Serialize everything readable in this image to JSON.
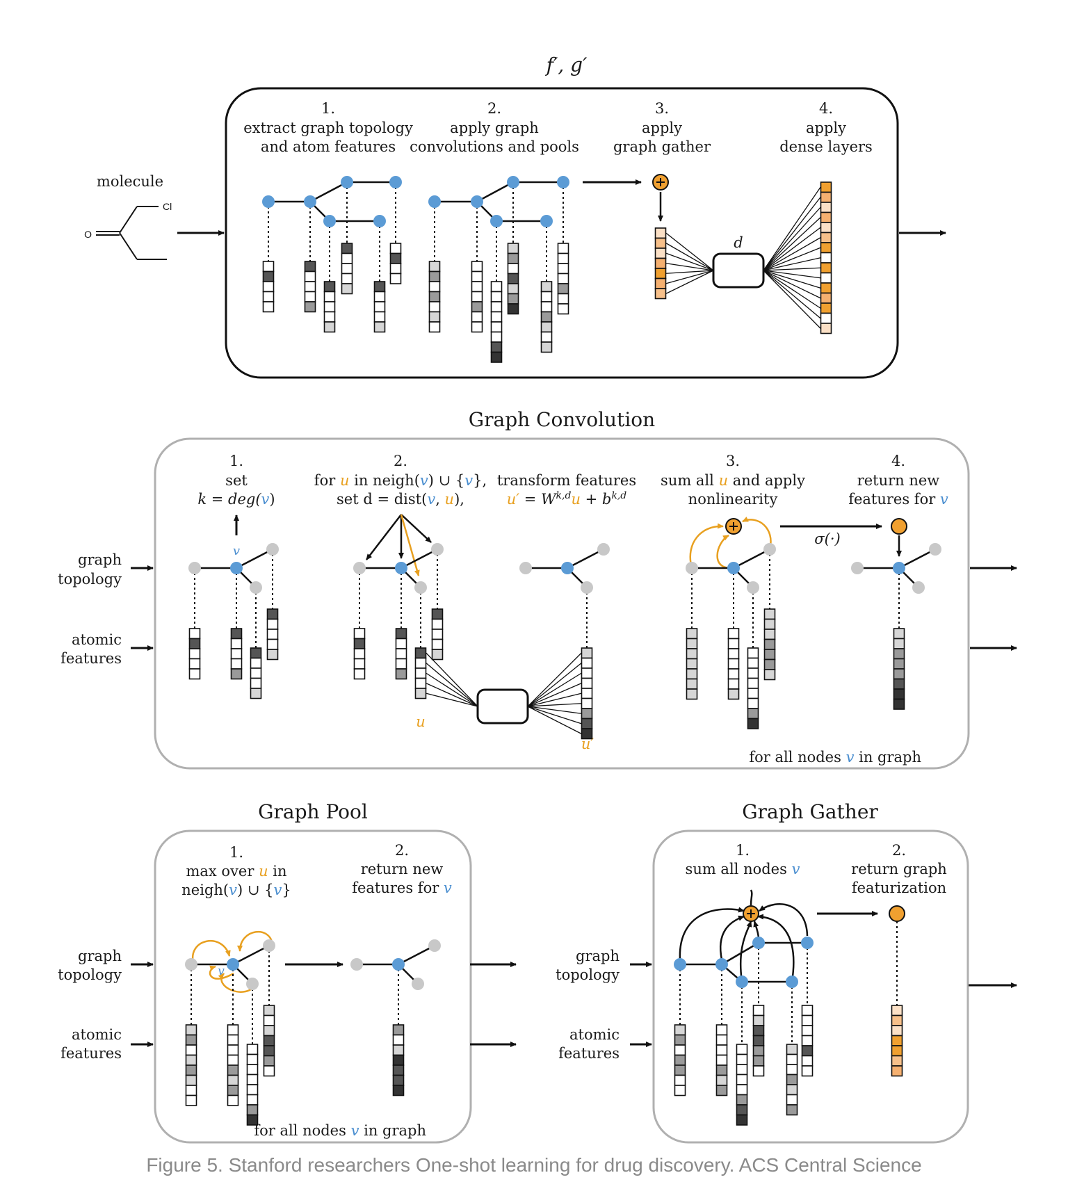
{
  "top_title": "f′, g′",
  "input_label": "molecule",
  "cl_label": "Cl",
  "o_label": "O",
  "d_label": "d",
  "top_steps": [
    {
      "n": "1.",
      "l1": "extract graph topology",
      "l2": "and atom features"
    },
    {
      "n": "2.",
      "l1": "apply graph",
      "l2": "convolutions and pools"
    },
    {
      "n": "3.",
      "l1": "apply",
      "l2": "graph gather"
    },
    {
      "n": "4.",
      "l1": "apply",
      "l2": "dense layers"
    }
  ],
  "conv": {
    "title": "Graph Convolution",
    "s1": {
      "n": "1.",
      "l1": "set",
      "l2a": "k = deg(",
      "l2v": "v",
      "l2b": ")"
    },
    "s2": {
      "n": "2.",
      "l1a": "for ",
      "l1u": "u",
      "l1b": " in neigh(",
      "l1v": "v",
      "l1c": ") ∪ {",
      "l1v2": "v",
      "l1d": "},",
      "l2a": "set d = dist(",
      "l2v": "v",
      "l2c": ", ",
      "l2u": "u",
      "l2d": "),"
    },
    "tf": {
      "l1": "transform features",
      "l2a": "u′",
      "l2b": " = W",
      "l2sup": "k,d",
      "l2u": "u",
      "l2c": " + b",
      "l2sup2": "k,d"
    },
    "s3": {
      "n": "3.",
      "l1a": "sum all ",
      "l1u": "u",
      "l1b": " and apply",
      "l2": "nonlinearity"
    },
    "s4": {
      "n": "4.",
      "l1": "return new",
      "l2a": "features for ",
      "l2v": "v"
    },
    "sigma": "σ(·)",
    "u_label": "u",
    "up_label": "u′",
    "v_label": "v",
    "footer_a": "for all nodes ",
    "footer_v": "v",
    "footer_b": " in graph"
  },
  "side_labels": {
    "topo1": "graph",
    "topo2": "topology",
    "feat1": "atomic",
    "feat2": "features"
  },
  "pool": {
    "title": "Graph Pool",
    "s1": {
      "n": "1.",
      "l1a": "max over ",
      "l1u": "u",
      "l1b": " in",
      "l2a": "neigh(",
      "l2v": "v",
      "l2b": ") ∪ {",
      "l2v2": "v",
      "l2c": "}"
    },
    "s2": {
      "n": "2.",
      "l1": "return new",
      "l2a": "features for ",
      "l2v": "v"
    },
    "v_label": "v",
    "footer_a": "for all nodes ",
    "footer_v": "v",
    "footer_b": " in graph"
  },
  "gather": {
    "title": "Graph Gather",
    "s1": {
      "n": "1.",
      "l1a": "sum all nodes ",
      "l1v": "v"
    },
    "s2": {
      "n": "2.",
      "l1": "return graph",
      "l2": "featurization"
    }
  },
  "caption": "Figure 5. Stanford researchers One-shot learning for drug discovery. ACS Central Science",
  "colors": {
    "node_blue": "#5b9bd5",
    "node_gray": "#c8c8c8",
    "orange": "#f0a030",
    "line": "#111111",
    "frame_gray": "#b0b0b0"
  }
}
